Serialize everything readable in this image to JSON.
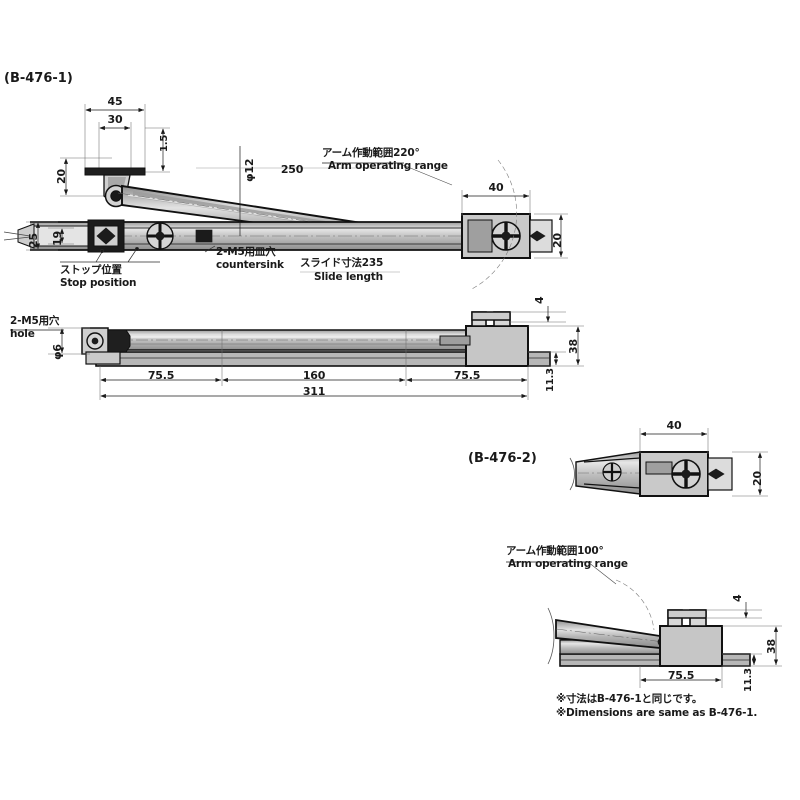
{
  "drawing": {
    "title_tag_1": "(B-476-1)",
    "title_tag_2": "(B-476-2)",
    "ink_color": "#1a1a1a",
    "fill_gray": "#b9b9b9",
    "fill_light": "#d6d6d6",
    "paper": "#ffffff"
  },
  "view_top": {
    "name": "B-476-1 plan view with arm extended",
    "dims": {
      "bracket_width_outer": "45",
      "bracket_width_inner": "30",
      "bracket_thickness": "1.5",
      "bracket_height": "20",
      "arm_diameter": "φ12",
      "arm_length": "250",
      "slide_block_width": "40",
      "slide_block_height": "20",
      "rail_height": "25",
      "rail_inner": "19"
    },
    "callouts": [
      {
        "jp": "アーム作動範囲220°",
        "en": "Arm operating range"
      },
      {
        "jp": "2-M5用皿穴",
        "en": "countersink"
      },
      {
        "jp": "スライド寸法235",
        "en": "Slide length"
      },
      {
        "jp": "ストップ位置",
        "en": "Stop position"
      }
    ]
  },
  "view_side": {
    "name": "B-476-1 side elevation, arm retracted",
    "callout": {
      "jp": "2-M5用穴",
      "en": "hole",
      "dia": "φ6"
    },
    "dims": {
      "left_segment": "75.5",
      "middle_segment": "160",
      "right_segment": "75.5",
      "overall_length": "311",
      "block_height": "38",
      "top_step": "4",
      "rail_thickness": "11.3"
    }
  },
  "view_b2_plan": {
    "name": "B-476-2 plan detail",
    "dims": {
      "block_width": "40",
      "block_height": "20"
    }
  },
  "view_b2_side": {
    "name": "B-476-2 side detail",
    "callout": {
      "jp": "アーム作動範囲100°",
      "en": "Arm operating range"
    },
    "dims": {
      "length": "75.5",
      "block_height": "38",
      "top_step": "4",
      "rail_thickness": "11.3"
    }
  },
  "footnote": {
    "jp": "※寸法はB-476-1と同じです。",
    "en": "※Dimensions are same as B-476-1."
  }
}
